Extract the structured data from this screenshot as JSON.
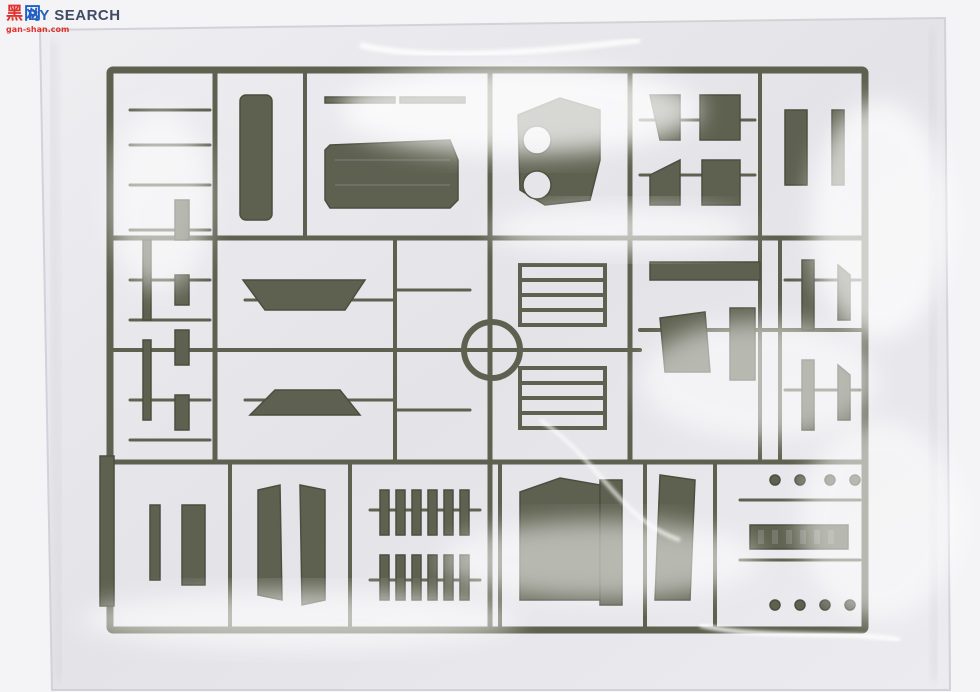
{
  "watermark": {
    "cjk_first": "黑",
    "cjk_second": "网",
    "domain": "gan-shan.com",
    "text_lead": "BY",
    "text_search": "SEARCH"
  },
  "colors": {
    "background": "#f3f3f5",
    "bag": "#e8e8ec",
    "sprue": "#5f6150",
    "sprue_dark": "#4b4d3f",
    "part_light": "#6d6f5c",
    "glare": "#ffffff",
    "watermark_red": "#e0322d",
    "watermark_blue": "#1f5fc9"
  },
  "icons": {
    "watermark_logo": "site-logo",
    "sprue_tree": "model-kit-sprue"
  }
}
